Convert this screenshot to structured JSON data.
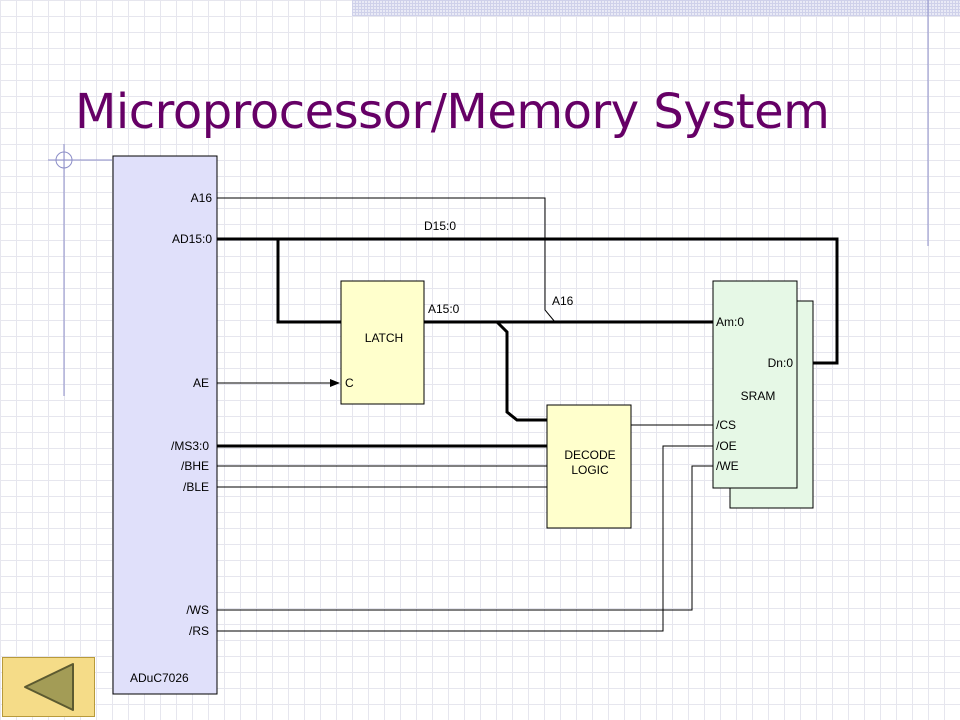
{
  "slide": {
    "title": "Microprocessor/Memory System"
  },
  "diagram": {
    "cpu": {
      "name": "ADuC7026",
      "pins": {
        "a16": "A16",
        "ad": "AD15:0",
        "ae": "AE",
        "ms": "/MS3:0",
        "bhe": "/BHE",
        "ble": "/BLE",
        "ws": "/WS",
        "rs": "/RS"
      }
    },
    "latch": {
      "name": "LATCH",
      "clock_pin": "C"
    },
    "decode": {
      "line1": "DECODE",
      "line2": "LOGIC"
    },
    "sram": {
      "name": "SRAM",
      "pins": {
        "addr": "Am:0",
        "data": "Dn:0",
        "cs": "/CS",
        "oe": "/OE",
        "we": "/WE"
      }
    },
    "buses": {
      "data": "D15:0",
      "address": "A15:0",
      "a16": "A16"
    }
  },
  "colors": {
    "title": "#660066",
    "cpu_fill": "#e0e0fa",
    "block_fill": "#ffffcc",
    "sram_fill": "#e6f8e6"
  },
  "nav": {
    "back_icon": "left-triangle-icon"
  }
}
